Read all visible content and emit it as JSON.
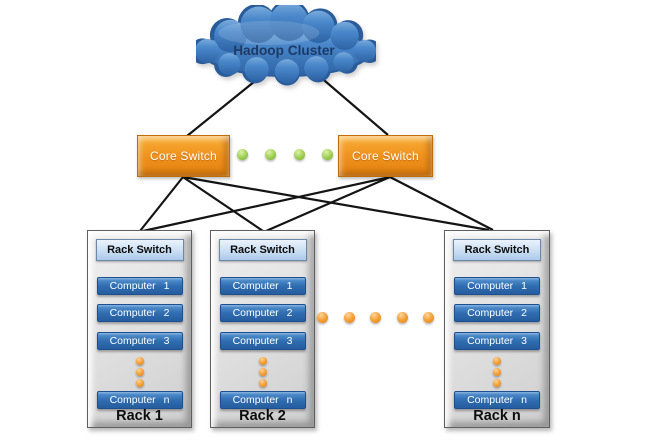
{
  "diagram": {
    "title": "Hadoop Cluster",
    "core_switches": [
      {
        "label": "Core Switch"
      },
      {
        "label": "Core Switch"
      }
    ],
    "racks": [
      {
        "name": "Rack 1",
        "switch_label": "Rack Switch",
        "computers": [
          "Computer 1",
          "Computer 2",
          "Computer 3",
          "Computer n"
        ]
      },
      {
        "name": "Rack 2",
        "switch_label": "Rack Switch",
        "computers": [
          "Computer 1",
          "Computer 2",
          "Computer 3",
          "Computer n"
        ]
      },
      {
        "name": "Rack n",
        "switch_label": "Rack Switch",
        "computers": [
          "Computer 1",
          "Computer 2",
          "Computer 3",
          "Computer n"
        ]
      }
    ],
    "colors": {
      "cloud_blue": "#3d7dc1",
      "core_switch_orange": "#ee8f1c",
      "computer_blue": "#2f6cb0",
      "rack_switch_blue": "#c6dcf2",
      "rack_gray": "#dedede",
      "green_dot": "#8cc13c",
      "orange_dot": "#ef8f1d",
      "line_black": "#141414"
    }
  }
}
